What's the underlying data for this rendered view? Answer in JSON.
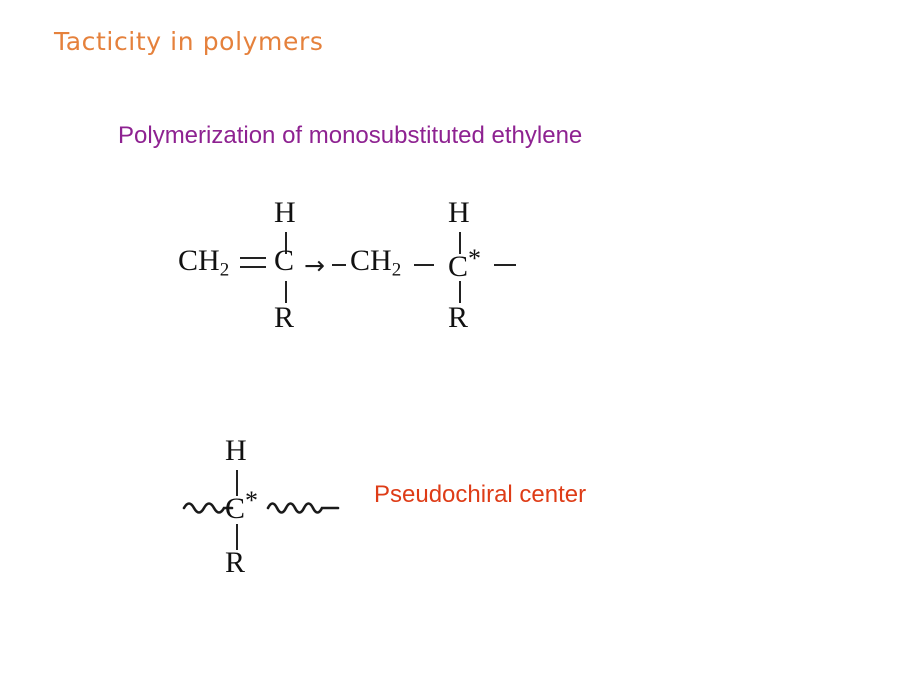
{
  "slide": {
    "title": "Tacticity in polymers",
    "subtitle": "Polymerization of monosubstituted ethylene",
    "background_color": "#ffffff",
    "title_color": "#E5813C",
    "subtitle_color": "#8E2291",
    "annotation_color": "#DE3C17",
    "structure_color": "#111111"
  },
  "reaction": {
    "name": "Polymerization of monosubstituted ethylene",
    "reactant": {
      "left_group": "CH",
      "left_group_subscript": "2",
      "double_bond": "=",
      "center_atom": "C",
      "top_substituent": "H",
      "bottom_substituent": "R"
    },
    "arrow": "→",
    "product": {
      "left_bond": "—",
      "ch2_group": "CH",
      "ch2_subscript": "2",
      "middle_bond": "—",
      "center_atom": "C",
      "center_atom_mark": "*",
      "right_bond": "—",
      "top_substituent": "H",
      "bottom_substituent": "R"
    }
  },
  "pseudochiral": {
    "center_atom": "C",
    "center_atom_mark": "*",
    "top_substituent": "H",
    "bottom_substituent": "R",
    "left_chain": "wavy-bond",
    "right_chain": "wavy-bond",
    "annotation": "Pseudochiral center"
  }
}
